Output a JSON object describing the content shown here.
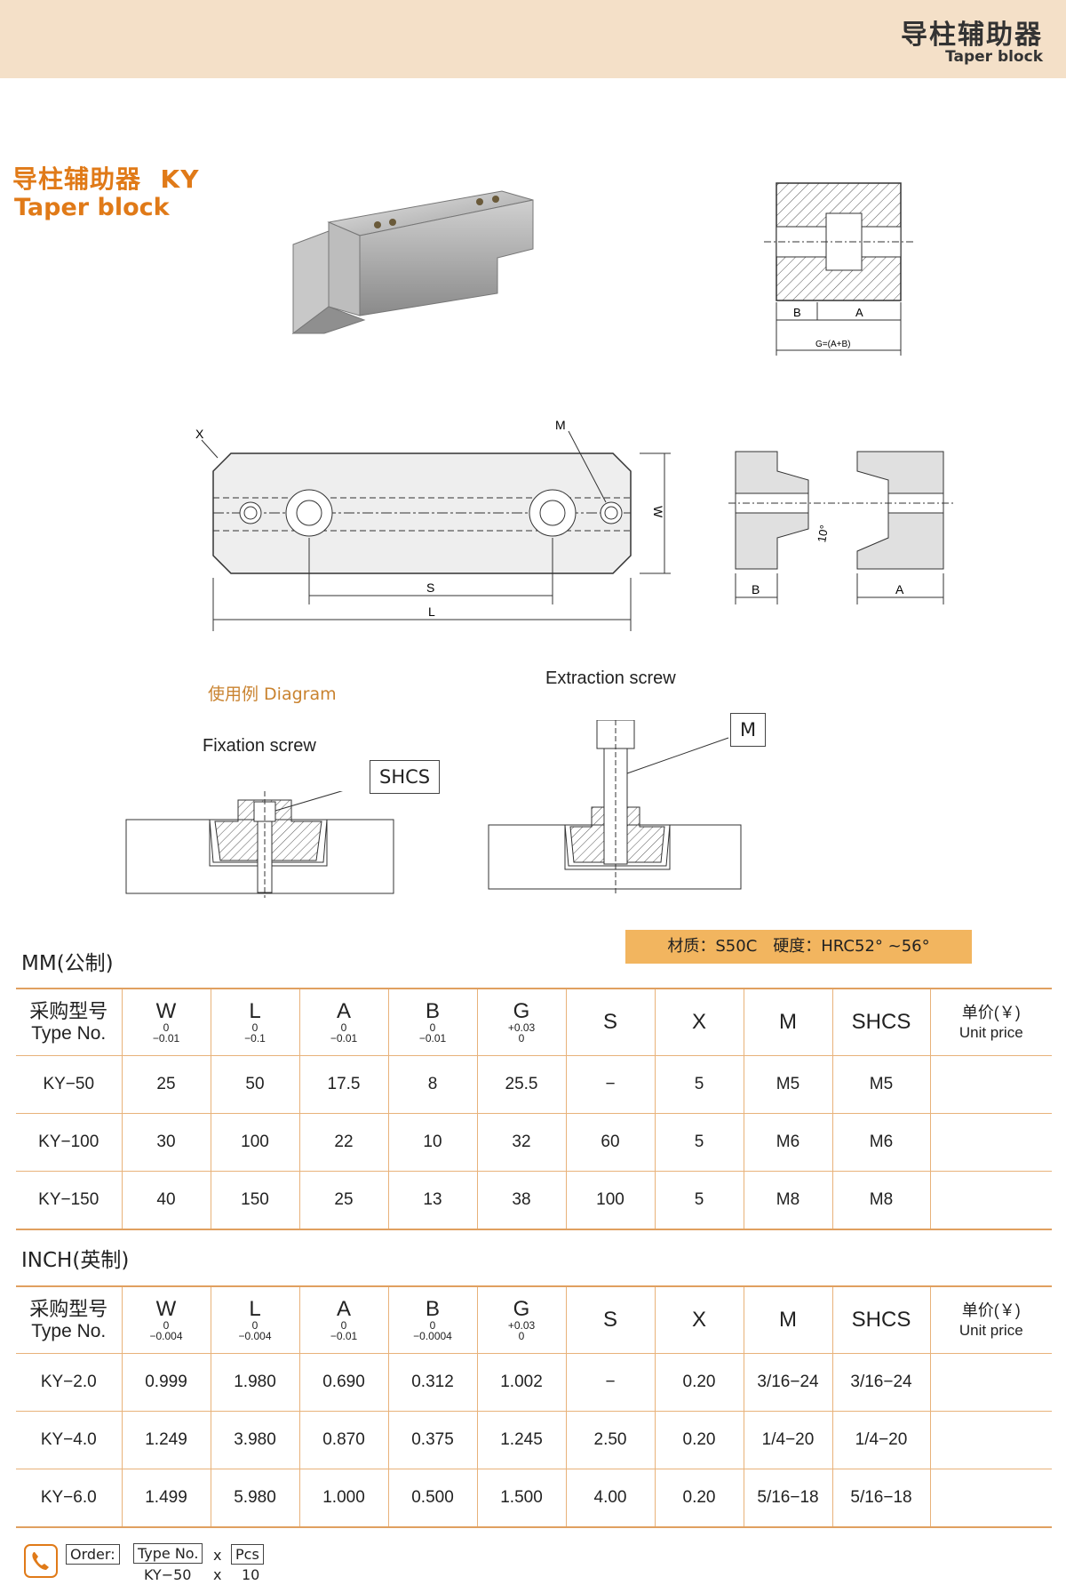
{
  "header": {
    "title_zh": "导柱辅助器",
    "title_en": "Taper block"
  },
  "product": {
    "title_zh": "导柱辅助器",
    "code": "KY",
    "title_en": "Taper block"
  },
  "drawing_labels": {
    "B": "B",
    "A": "A",
    "G": "G=(A+B)",
    "X": "X",
    "M": "M",
    "W": "W",
    "S": "S",
    "L": "L",
    "angle": "10°"
  },
  "diagram": {
    "title": "使用例 Diagram",
    "fixation": "Fixation screw",
    "extraction": "Extraction screw",
    "shcs": "SHCS",
    "m": "M"
  },
  "material": "材质：S50C　硬度：HRC52° ~56°",
  "mm": {
    "title": "MM(公制)",
    "headers": [
      {
        "zh": "采购型号",
        "en": "Type No."
      },
      {
        "main": "W",
        "tol_top": "0",
        "tol_bot": "−0.01"
      },
      {
        "main": "L",
        "tol_top": "0",
        "tol_bot": "−0.1"
      },
      {
        "main": "A",
        "tol_top": "0",
        "tol_bot": "−0.01"
      },
      {
        "main": "B",
        "tol_top": "0",
        "tol_bot": "−0.01"
      },
      {
        "main": "G",
        "tol_top": "+0.03",
        "tol_bot": "0"
      },
      {
        "main": "S"
      },
      {
        "main": "X"
      },
      {
        "main": "M"
      },
      {
        "main": "SHCS"
      },
      {
        "zh": "单价(￥)",
        "en": "Unit price"
      }
    ],
    "rows": [
      [
        "KY−50",
        "25",
        "50",
        "17.5",
        "8",
        "25.5",
        "−",
        "5",
        "M5",
        "M5",
        ""
      ],
      [
        "KY−100",
        "30",
        "100",
        "22",
        "10",
        "32",
        "60",
        "5",
        "M6",
        "M6",
        ""
      ],
      [
        "KY−150",
        "40",
        "150",
        "25",
        "13",
        "38",
        "100",
        "5",
        "M8",
        "M8",
        ""
      ]
    ]
  },
  "inch": {
    "title": "INCH(英制)",
    "headers": [
      {
        "zh": "采购型号",
        "en": "Type No."
      },
      {
        "main": "W",
        "tol_top": "0",
        "tol_bot": "−0.004"
      },
      {
        "main": "L",
        "tol_top": "0",
        "tol_bot": "−0.004"
      },
      {
        "main": "A",
        "tol_top": "0",
        "tol_bot": "−0.01"
      },
      {
        "main": "B",
        "tol_top": "0",
        "tol_bot": "−0.0004"
      },
      {
        "main": "G",
        "tol_top": "+0.03",
        "tol_bot": "0"
      },
      {
        "main": "S"
      },
      {
        "main": "X"
      },
      {
        "main": "M"
      },
      {
        "main": "SHCS"
      },
      {
        "zh": "单价(￥)",
        "en": "Unit price"
      }
    ],
    "rows": [
      [
        "KY−2.0",
        "0.999",
        "1.980",
        "0.690",
        "0.312",
        "1.002",
        "−",
        "0.20",
        "3/16−24",
        "3/16−24",
        ""
      ],
      [
        "KY−4.0",
        "1.249",
        "3.980",
        "0.870",
        "0.375",
        "1.245",
        "2.50",
        "0.20",
        "1/4−20",
        "1/4−20",
        ""
      ],
      [
        "KY−6.0",
        "1.499",
        "5.980",
        "1.000",
        "0.500",
        "1.500",
        "4.00",
        "0.20",
        "5/16−18",
        "5/16−18",
        ""
      ]
    ]
  },
  "order": {
    "label": "Order:",
    "type_no": "Type No.",
    "x": "x",
    "pcs": "Pcs",
    "example_type": "KY−50",
    "example_qty": "10"
  },
  "colors": {
    "accent": "#e07a18",
    "header_bg": "#f4e0c8",
    "material_bg": "#f2b55f",
    "table_line": "#e8b27a"
  }
}
